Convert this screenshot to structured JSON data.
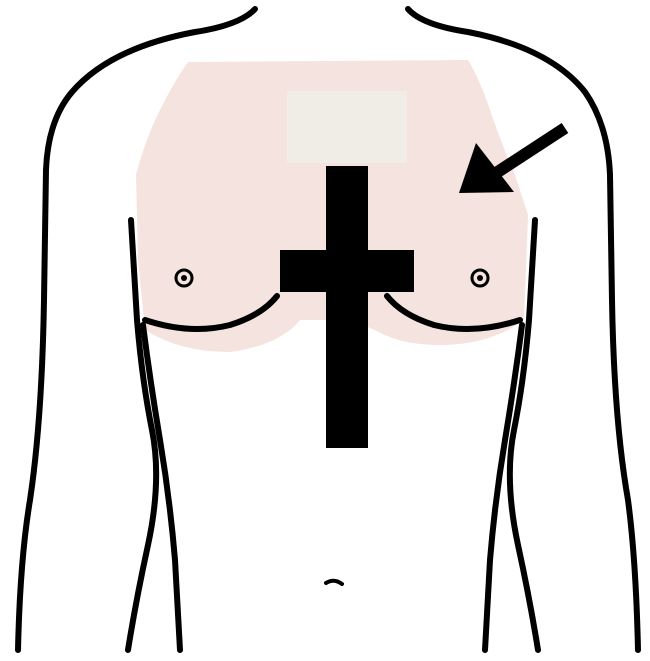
{
  "diagram": {
    "colors": {
      "background": "#ffffff",
      "outline": "#000000",
      "skin_highlight": "#f4e3de",
      "patch": "#efede5",
      "cross": "#000000",
      "arrow": "#000000"
    },
    "parts": [
      "torso-outline",
      "upper-chest-shaded-region",
      "rectangular-patch",
      "cross-symbol",
      "arrow-icon",
      "left-nipple",
      "right-nipple",
      "navel"
    ]
  }
}
